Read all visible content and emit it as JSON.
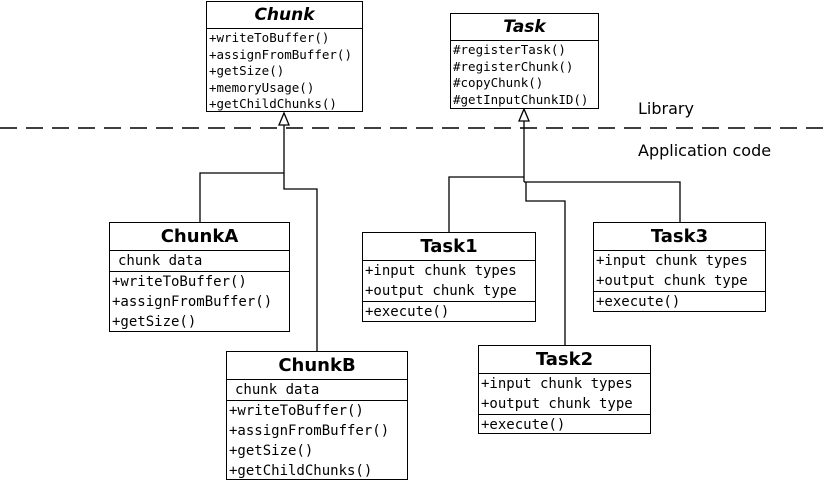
{
  "zones": {
    "library": "Library",
    "application": "Application code"
  },
  "classes": {
    "chunk": {
      "name": "Chunk",
      "methods": [
        "+writeToBuffer()",
        "+assignFromBuffer()",
        "+getSize()",
        "+memoryUsage()",
        "+getChildChunks()"
      ]
    },
    "task": {
      "name": "Task",
      "methods": [
        "#registerTask()",
        "#registerChunk()",
        "#copyChunk()",
        "#getInputChunkID()"
      ]
    },
    "chunkA": {
      "name": "ChunkA",
      "attributes": [
        "chunk data"
      ],
      "methods": [
        "+writeToBuffer()",
        "+assignFromBuffer()",
        "+getSize()"
      ]
    },
    "chunkB": {
      "name": "ChunkB",
      "attributes": [
        "chunk data"
      ],
      "methods": [
        "+writeToBuffer()",
        "+assignFromBuffer()",
        "+getSize()",
        "+getChildChunks()"
      ]
    },
    "task1": {
      "name": "Task1",
      "attributes": [
        "+input chunk types",
        "+output chunk type"
      ],
      "methods": [
        "+execute()"
      ]
    },
    "task2": {
      "name": "Task2",
      "attributes": [
        "+input chunk types",
        "+output chunk type"
      ],
      "methods": [
        "+execute()"
      ]
    },
    "task3": {
      "name": "Task3",
      "attributes": [
        "+input chunk types",
        "+output chunk type"
      ],
      "methods": [
        "+execute()"
      ]
    }
  }
}
